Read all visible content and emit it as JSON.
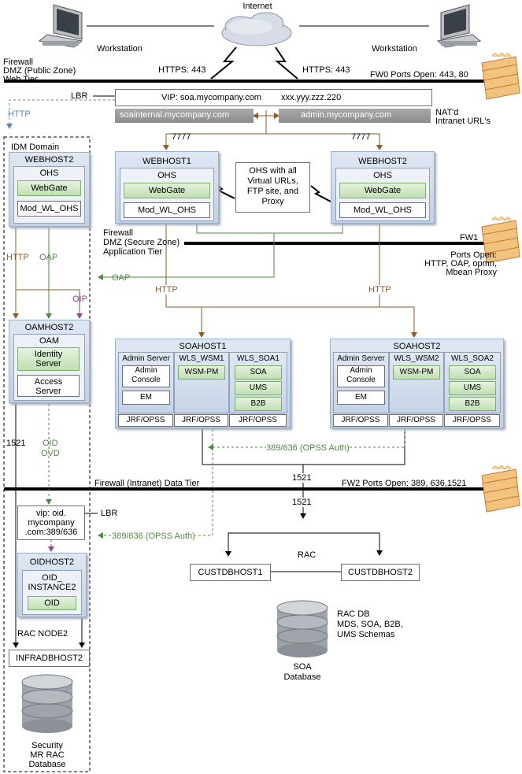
{
  "internet": "Internet",
  "workstation_left": "Workstation",
  "workstation_right": "Workstation",
  "firewall_web": [
    "Firewall",
    "DMZ (Public Zone)",
    "Web Tier"
  ],
  "https_left": "HTTPS: 443",
  "https_right": "HTTPS: 443",
  "fw0": "FW0 Ports Open: 443, 80",
  "lbr_top": "LBR",
  "vip": "VIP: soa.mycompany.com",
  "vip_ip": "xxx.yyy.zzz.220",
  "soainternal": "soainternal.mycompany.com",
  "admin_url": "admin.mycompany.com",
  "natd": [
    "NAT'd",
    "Intranet URL's"
  ],
  "http_blue": "HTTP",
  "idm_domain": "IDM Domain",
  "port_7777_a": "7777",
  "port_7777_b": "7777",
  "webhost2_idm": {
    "title": "WEBHOST2",
    "ohs": "OHS",
    "webgate": "WebGate",
    "mod": "Mod_WL_OHS"
  },
  "webhost1": {
    "title": "WEBHOST1",
    "ohs": "OHS",
    "webgate": "WebGate",
    "mod": "Mod_WL_OHS"
  },
  "webhost2": {
    "title": "WEBHOST2",
    "ohs": "OHS",
    "webgate": "WebGate",
    "mod": "Mod_WL_OHS"
  },
  "ohs_note": [
    "OHS with all",
    "Virtual URLs,",
    "FTP site, and",
    "Proxy"
  ],
  "firewall_app": [
    "Firewall",
    "DMZ (Secure Zone)",
    "Application Tier"
  ],
  "fw1": "FW1",
  "ports_open_fw1": [
    "Ports Open:",
    "HTTP, OAP, opmn,",
    "Mbean Proxy"
  ],
  "http_idm": "HTTP",
  "oap_idm": "OAP",
  "oap_arrow": "OAP",
  "oip": "OIP",
  "http_mid_left": "HTTP",
  "http_mid_right": "HTTP",
  "oamhost2": {
    "title": "OAMHOST2",
    "oam": "OAM",
    "identity": [
      "Identity",
      "Server"
    ],
    "access": [
      "Access",
      "Server"
    ]
  },
  "soahost1": {
    "title": "SOAHOST1",
    "admin_server": "Admin Server",
    "admin_console": [
      "Admin",
      "Console"
    ],
    "em": "EM",
    "wls_wsm": "WLS_WSM1",
    "wsm_pm": "WSM-PM",
    "wls_soa": "WLS_SOA1",
    "soa": "SOA",
    "ums": "UMS",
    "b2b": "B2B",
    "jrf": [
      "JRF/OPSS",
      "JRF/OPSS",
      "JRF/OPSS"
    ]
  },
  "soahost2": {
    "title": "SOAHOST2",
    "admin_server": "Admin Server",
    "admin_console": [
      "Admin",
      "Console"
    ],
    "em": "EM",
    "wls_wsm": "WLS_WSM2",
    "wsm_pm": "WSM-PM",
    "wls_soa": "WLS_SOA2",
    "soa": "SOA",
    "ums": "UMS",
    "b2b": "B2B",
    "jrf": [
      "JRF/OPSS",
      "JRF/OPSS",
      "JRF/OPSS"
    ]
  },
  "port_1521_left": "1521",
  "oid_ovd": [
    "OID",
    "OVD"
  ],
  "opss_auth_1": "389/636 (OPSS Auth)",
  "port_1521_mid1": "1521",
  "firewall_data": "Firewall (Intranet) Data Tier",
  "fw2": "FW2 Ports Open: 389, 636,1521",
  "port_1521_mid2": "1521",
  "vip_oid": [
    "vip: oid.",
    "mycompany",
    ".com:389/636"
  ],
  "lbr_oid": "LBR",
  "opss_auth_2": "389/636 (OPSS Auth)",
  "oidhost2": {
    "title": "OIDHOST2",
    "instance": [
      "OID_",
      "INSTANCE2"
    ],
    "oid": "OID"
  },
  "rac": "RAC",
  "custdbhost1": "CUSTDBHOST1",
  "custdbhost2": "CUSTDBHOST2",
  "rac_node2": "RAC NODE2",
  "infradbhost2": "INFRADBHOST2",
  "rac_db": [
    "RAC DB",
    "MDS, SOA, B2B,",
    "UMS Schemas"
  ],
  "soa_db": [
    "SOA",
    "Database"
  ],
  "security_db": [
    "Security",
    "MR RAC",
    "Database"
  ]
}
